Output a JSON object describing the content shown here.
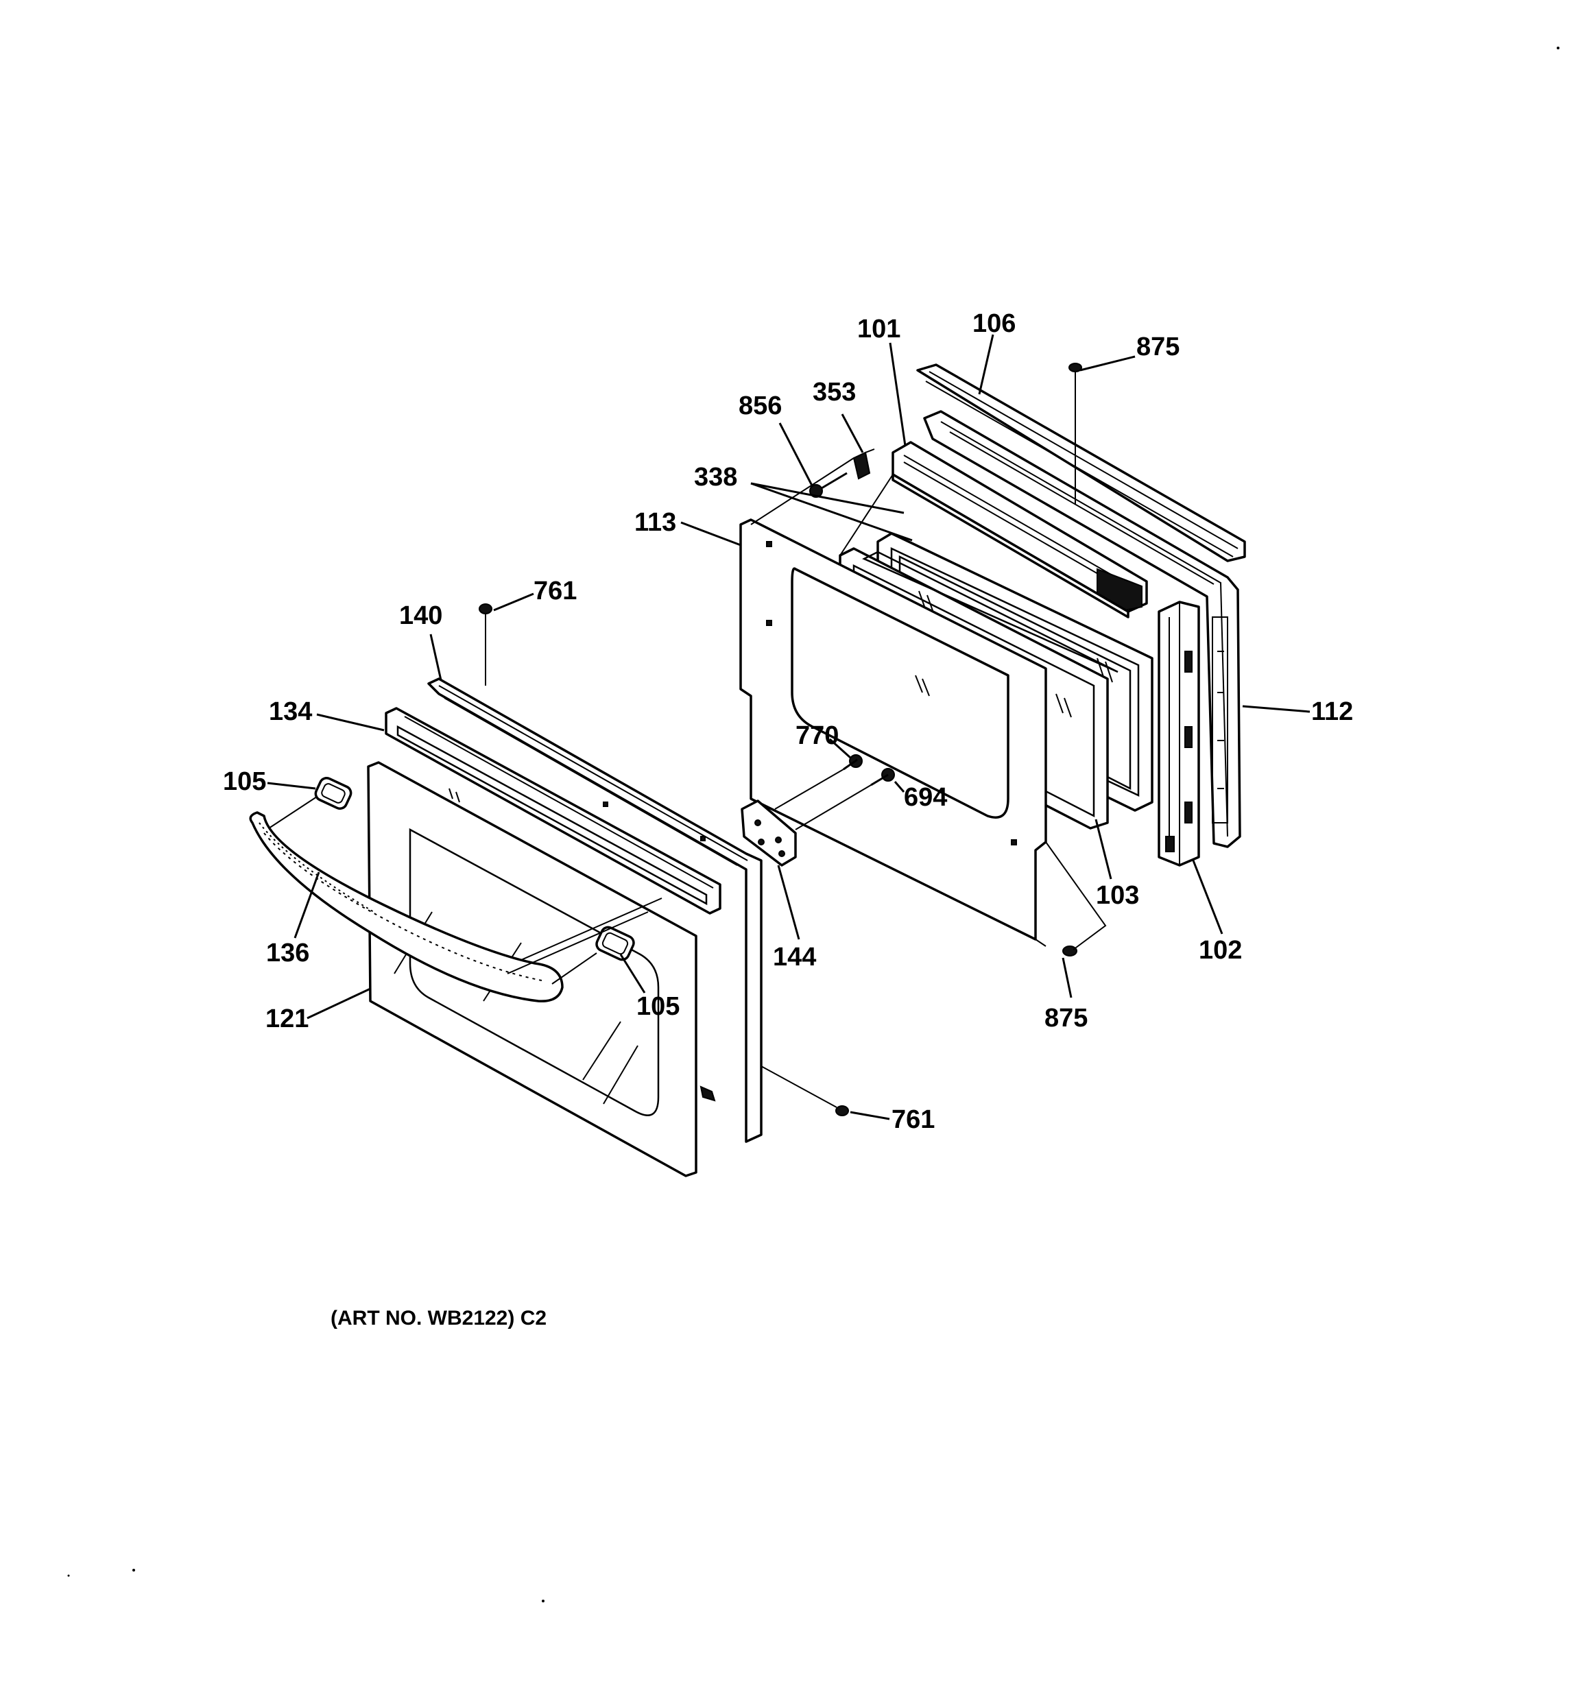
{
  "diagram": {
    "caption": "(ART NO. WB2122) C2",
    "callouts": [
      {
        "id": "c101",
        "label": "101"
      },
      {
        "id": "c106",
        "label": "106"
      },
      {
        "id": "c875a",
        "label": "875"
      },
      {
        "id": "c856",
        "label": "856"
      },
      {
        "id": "c353",
        "label": "353"
      },
      {
        "id": "c338",
        "label": "338"
      },
      {
        "id": "c113",
        "label": "113"
      },
      {
        "id": "c761a",
        "label": "761"
      },
      {
        "id": "c140",
        "label": "140"
      },
      {
        "id": "c134",
        "label": "134"
      },
      {
        "id": "c105a",
        "label": "105"
      },
      {
        "id": "c770",
        "label": "770"
      },
      {
        "id": "c694",
        "label": "694"
      },
      {
        "id": "c112",
        "label": "112"
      },
      {
        "id": "c103",
        "label": "103"
      },
      {
        "id": "c102",
        "label": "102"
      },
      {
        "id": "c144",
        "label": "144"
      },
      {
        "id": "c136",
        "label": "136"
      },
      {
        "id": "c875b",
        "label": "875"
      },
      {
        "id": "c105b",
        "label": "105"
      },
      {
        "id": "c121",
        "label": "121"
      },
      {
        "id": "c761b",
        "label": "761"
      }
    ]
  }
}
